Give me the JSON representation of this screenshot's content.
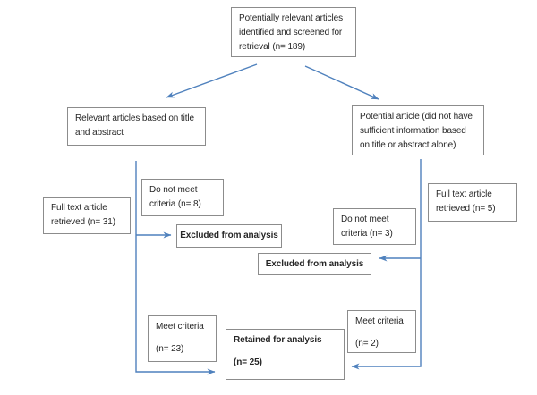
{
  "diagram": {
    "type": "flowchart",
    "colors": {
      "connector_blue": "#4f81bd",
      "box_border_gray": "#8c8c8c",
      "text": "#262626",
      "background": "#ffffff"
    },
    "nodes": {
      "screened": {
        "lines": [
          "Potentially relevant articles",
          "identified and screened for",
          "retrieval (n= 189)"
        ]
      },
      "relevant": {
        "lines": [
          "Relevant articles based on title",
          "and abstract"
        ]
      },
      "potential": {
        "lines": [
          "Potential article (did not have",
          "sufficient information based",
          "on title or abstract alone)"
        ]
      },
      "full_text_left": {
        "lines": [
          "Full text article",
          "retrieved (n= 31)"
        ]
      },
      "not_meet_left": {
        "lines": [
          "Do not meet",
          "criteria (n= 8)"
        ]
      },
      "excluded_left": {
        "label": "Excluded from analysis"
      },
      "not_meet_right": {
        "lines": [
          "Do not meet",
          "criteria (n= 3)"
        ]
      },
      "full_text_right": {
        "lines": [
          "Full text article",
          "retrieved (n= 5)"
        ]
      },
      "excluded_right": {
        "label": "Excluded from analysis"
      },
      "meet_left": {
        "label": "Meet criteria",
        "count": "(n= 23)"
      },
      "retained": {
        "label": "Retained for analysis",
        "count": "(n= 25)"
      },
      "meet_right": {
        "label": "Meet criteria",
        "count": "(n= 2)"
      }
    }
  }
}
